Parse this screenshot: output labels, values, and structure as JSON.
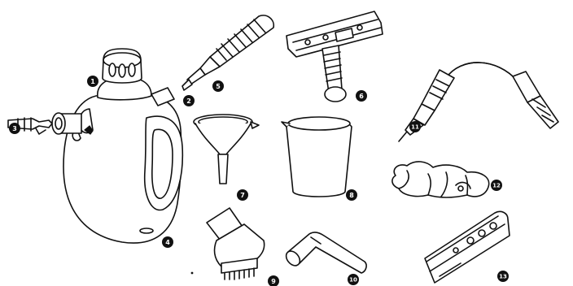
{
  "colors": {
    "ink": "#111111",
    "paper": "#ffffff",
    "badge_text": "#ffffff"
  },
  "callouts": [
    "1",
    "2",
    "3",
    "4",
    "5",
    "6",
    "7",
    "8",
    "9",
    "10",
    "11",
    "12",
    "13"
  ],
  "parts": [
    "steam-cleaner-body",
    "safety-cap",
    "jet-nozzle",
    "main-unit",
    "extension-hose",
    "window-squeegee",
    "funnel",
    "measuring-cup",
    "brush-attachment",
    "angled-nozzle",
    "flexible-hose",
    "microfiber-cloths",
    "squeegee-blade"
  ]
}
